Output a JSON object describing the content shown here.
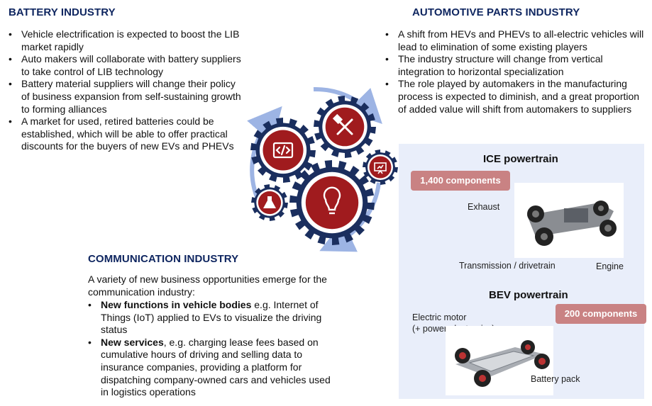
{
  "battery": {
    "title": "BATTERY INDUSTRY",
    "bullets": [
      "Vehicle electrification is expected to boost the LIB market rapidly",
      "Auto makers will collaborate with battery suppliers to take control of LIB technology",
      "Battery material suppliers will change their policy of business expansion from self-sustaining growth to forming alliances",
      "A market for used, retired batteries could be established, which will be able to offer practical discounts for the buyers of new EVs and PHEVs"
    ]
  },
  "automotive": {
    "title": "AUTOMOTIVE PARTS INDUSTRY",
    "bullets": [
      "A shift from HEVs and PHEVs to all-electric vehicles will lead to elimination of some existing players",
      "The industry structure will change from vertical integration to horizontal specialization",
      "The role played by automakers in the manufacturing process is expected to diminish, and a great proportion of added value will shift from automakers to suppliers"
    ]
  },
  "communication": {
    "title": "COMMUNICATION INDUSTRY",
    "intro": "A variety of new business opportunities emerge for the communication industry:",
    "bullets": [
      {
        "bold": "New functions in vehicle bodies",
        "rest": " e.g. Internet of Things (IoT) applied to EVs to visualize the driving status"
      },
      {
        "bold": "New services",
        "rest": ", e.g. charging lease fees based on cumulative hours of driving and selling data to insurance companies, providing a platform for dispatching company-owned cars and vehicles used in logistics operations"
      }
    ]
  },
  "ice": {
    "title": "ICE powertrain",
    "components": "1,400 components",
    "labels": {
      "exhaust": "Exhaust",
      "transmission": "Transmission / drivetrain",
      "engine": "Engine"
    }
  },
  "bev": {
    "title": "BEV powertrain",
    "components": "200 components",
    "labels": {
      "motor_line1": "Electric motor",
      "motor_line2": "(+ power electronics)",
      "battery": "Battery pack"
    }
  },
  "bullet_char": "•",
  "icons": [
    "code-icon",
    "tools-icon",
    "presentation-icon",
    "flask-icon",
    "lightbulb-icon"
  ],
  "colors": {
    "heading": "#0f2660",
    "gear": "#1a2e5e",
    "gear_center": "#a01b1e",
    "badge": "#c98283",
    "panel": "#e9eefa",
    "arrow": "#9db4e4"
  }
}
